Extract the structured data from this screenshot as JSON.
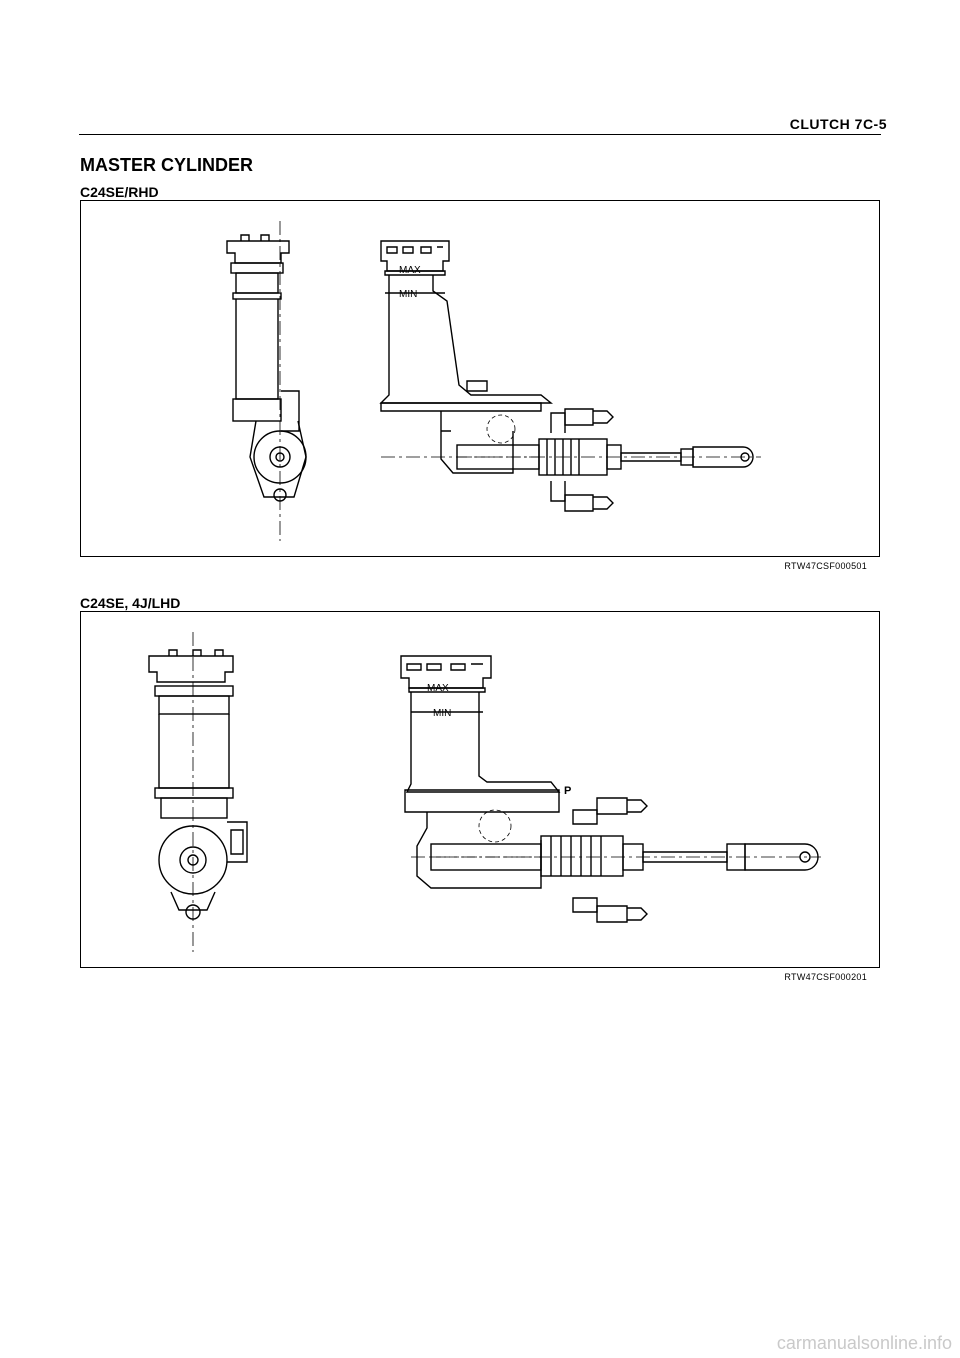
{
  "header": {
    "title": "CLUTCH  7C-5"
  },
  "page_title": "MASTER CYLINDER",
  "figures": [
    {
      "subtitle": "C24SE/RHD",
      "code": "RTW47CSF000501",
      "labels": {
        "max": "MAX",
        "min": "MIN"
      }
    },
    {
      "subtitle": "C24SE, 4J/LHD",
      "code": "RTW47CSF000201",
      "labels": {
        "max": "MAX",
        "min": "MIN",
        "port": "P"
      }
    }
  ],
  "watermark": "carmanualsonline.info"
}
